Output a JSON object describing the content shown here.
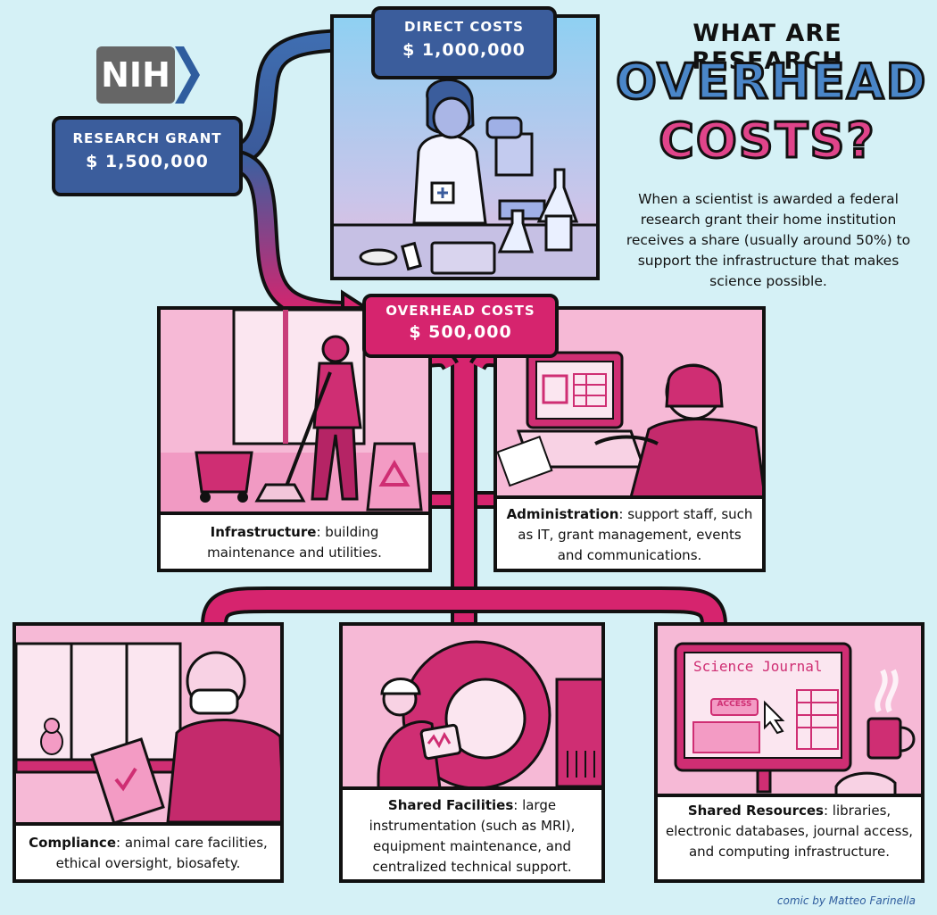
{
  "logo": {
    "text": "NIH"
  },
  "title": {
    "line1": "WHAT ARE RESEARCH",
    "line2": "OVERHEAD",
    "line3": "COSTS?"
  },
  "intro": "When a scientist is awarded a federal research grant their home institution receives a share (usually around 50%) to support the infrastructure that makes science possible.",
  "grant": {
    "label": "RESEARCH GRANT",
    "amount": "$ 1,500,000"
  },
  "direct": {
    "label": "DIRECT COSTS",
    "amount": "$ 1,000,000"
  },
  "overhead": {
    "label": "OVERHEAD COSTS",
    "amount": "$ 500,000"
  },
  "panels": {
    "infrastructure": {
      "term": "Infrastructure",
      "text": ": building maintenance and utilities."
    },
    "administration": {
      "term": "Administration",
      "text": ": support staff, such as IT, grant management, events and communications."
    },
    "compliance": {
      "term": "Compliance",
      "text": ": animal care facilities, ethical oversight, biosafety."
    },
    "facilities": {
      "term": "Shared Facilities",
      "text": ": large instrumentation (such as MRI), equipment maintenance, and centralized technical support."
    },
    "resources": {
      "term": "Shared Resources",
      "text": ": libraries, electronic databases, journal access, and computing infrastructure."
    }
  },
  "screen": {
    "title": "Science Journal",
    "button": "ACCESS"
  },
  "credit": "comic by Matteo Farinella",
  "colors": {
    "blue": "#2f5d9e",
    "pink": "#d6246e",
    "panel_pink": "#f4a9cc",
    "background": "#d5f1f6"
  }
}
